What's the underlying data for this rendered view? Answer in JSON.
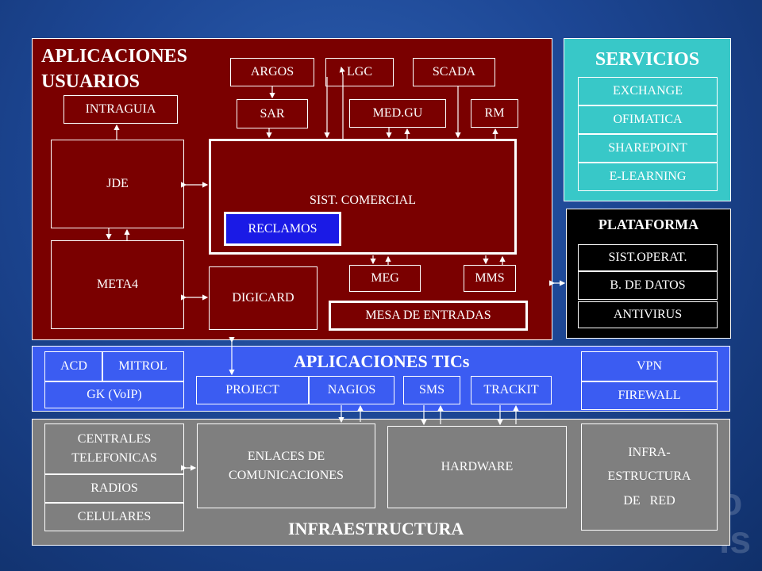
{
  "colors": {
    "usuarios_bg": "#7a0000",
    "servicios_bg": "#38c8c8",
    "plataforma_bg": "#000000",
    "tics_bg": "#3b5cf2",
    "infra_bg": "#7f7f7f",
    "reclamos_bg": "#1a1ae6"
  },
  "usuarios": {
    "title_line1": "APLICACIONES",
    "title_line2": "USUARIOS",
    "argos": "ARGOS",
    "lgc": "LGC",
    "scada": "SCADA",
    "sar": "SAR",
    "medgu": "MED.GU",
    "rm": "RM",
    "intraguia": "INTRAGUIA",
    "jde": "JDE",
    "sist_comercial": "SIST. COMERCIAL",
    "reclamos": "RECLAMOS",
    "meta4": "META4",
    "digicard": "DIGICARD",
    "meg": "MEG",
    "mms": "MMS",
    "mesa_entradas": "MESA DE ENTRADAS"
  },
  "servicios": {
    "title": "SERVICIOS",
    "items": [
      "EXCHANGE",
      "OFIMATICA",
      "SHAREPOINT",
      "E-LEARNING"
    ]
  },
  "plataforma": {
    "title": "PLATAFORMA",
    "items": [
      "SIST.OPERAT.",
      "B. DE DATOS",
      "ANTIVIRUS"
    ]
  },
  "tics": {
    "title": "APLICACIONES TICs",
    "acd": "ACD",
    "mitrol": "MITROL",
    "gk": "GK (VoIP)",
    "project": "PROJECT",
    "nagios": "NAGIOS",
    "sms": "SMS",
    "trackit": "TRACKIT",
    "vpn": "VPN",
    "firewall": "FIREWALL"
  },
  "infra": {
    "title": "INFRAESTRUCTURA",
    "centrales_line1": "CENTRALES",
    "centrales_line2": "TELEFONICAS",
    "radios": "RADIOS",
    "celulares": "CELULARES",
    "enlaces_line1": "ENLACES DE",
    "enlaces_line2": "COMUNICACIONES",
    "hardware": "HARDWARE",
    "red_line1": "INFRA-",
    "red_line2": "ESTRUCTURA",
    "red_line3": "DE   RED"
  }
}
